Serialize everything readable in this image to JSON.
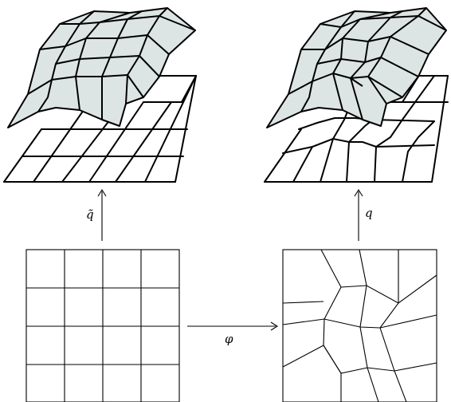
{
  "labels": {
    "left_arrow": "q̃",
    "right_arrow": "q",
    "bottom_arrow": "φ"
  },
  "colors": {
    "stroke": "#000000",
    "surface_fill": "#dde5e4",
    "hidden_grid": "#b4b4b4"
  }
}
